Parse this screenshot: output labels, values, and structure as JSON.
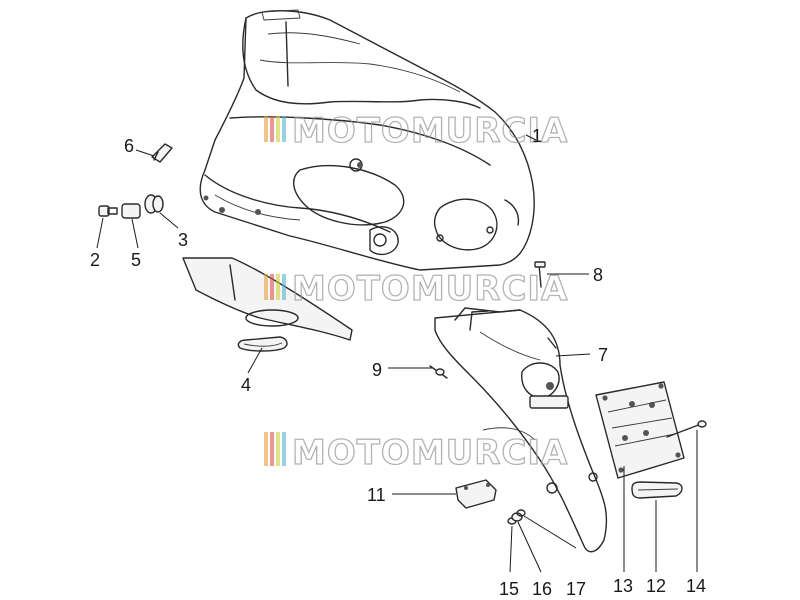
{
  "watermark": {
    "text": "MOTOMURCIA",
    "colors": [
      "#e8a23a",
      "#e35050",
      "#cfcf3a",
      "#58b0d0"
    ]
  },
  "callouts": [
    {
      "id": "1",
      "label": "1"
    },
    {
      "id": "2",
      "label": "2"
    },
    {
      "id": "3",
      "label": "3"
    },
    {
      "id": "4",
      "label": "4"
    },
    {
      "id": "5",
      "label": "5"
    },
    {
      "id": "6",
      "label": "6"
    },
    {
      "id": "7",
      "label": "7"
    },
    {
      "id": "8",
      "label": "8"
    },
    {
      "id": "9",
      "label": "9"
    },
    {
      "id": "11",
      "label": "11"
    },
    {
      "id": "12",
      "label": "12"
    },
    {
      "id": "13",
      "label": "13"
    },
    {
      "id": "14",
      "label": "14"
    },
    {
      "id": "15",
      "label": "15"
    },
    {
      "id": "16",
      "label": "16"
    },
    {
      "id": "17",
      "label": "17"
    }
  ]
}
